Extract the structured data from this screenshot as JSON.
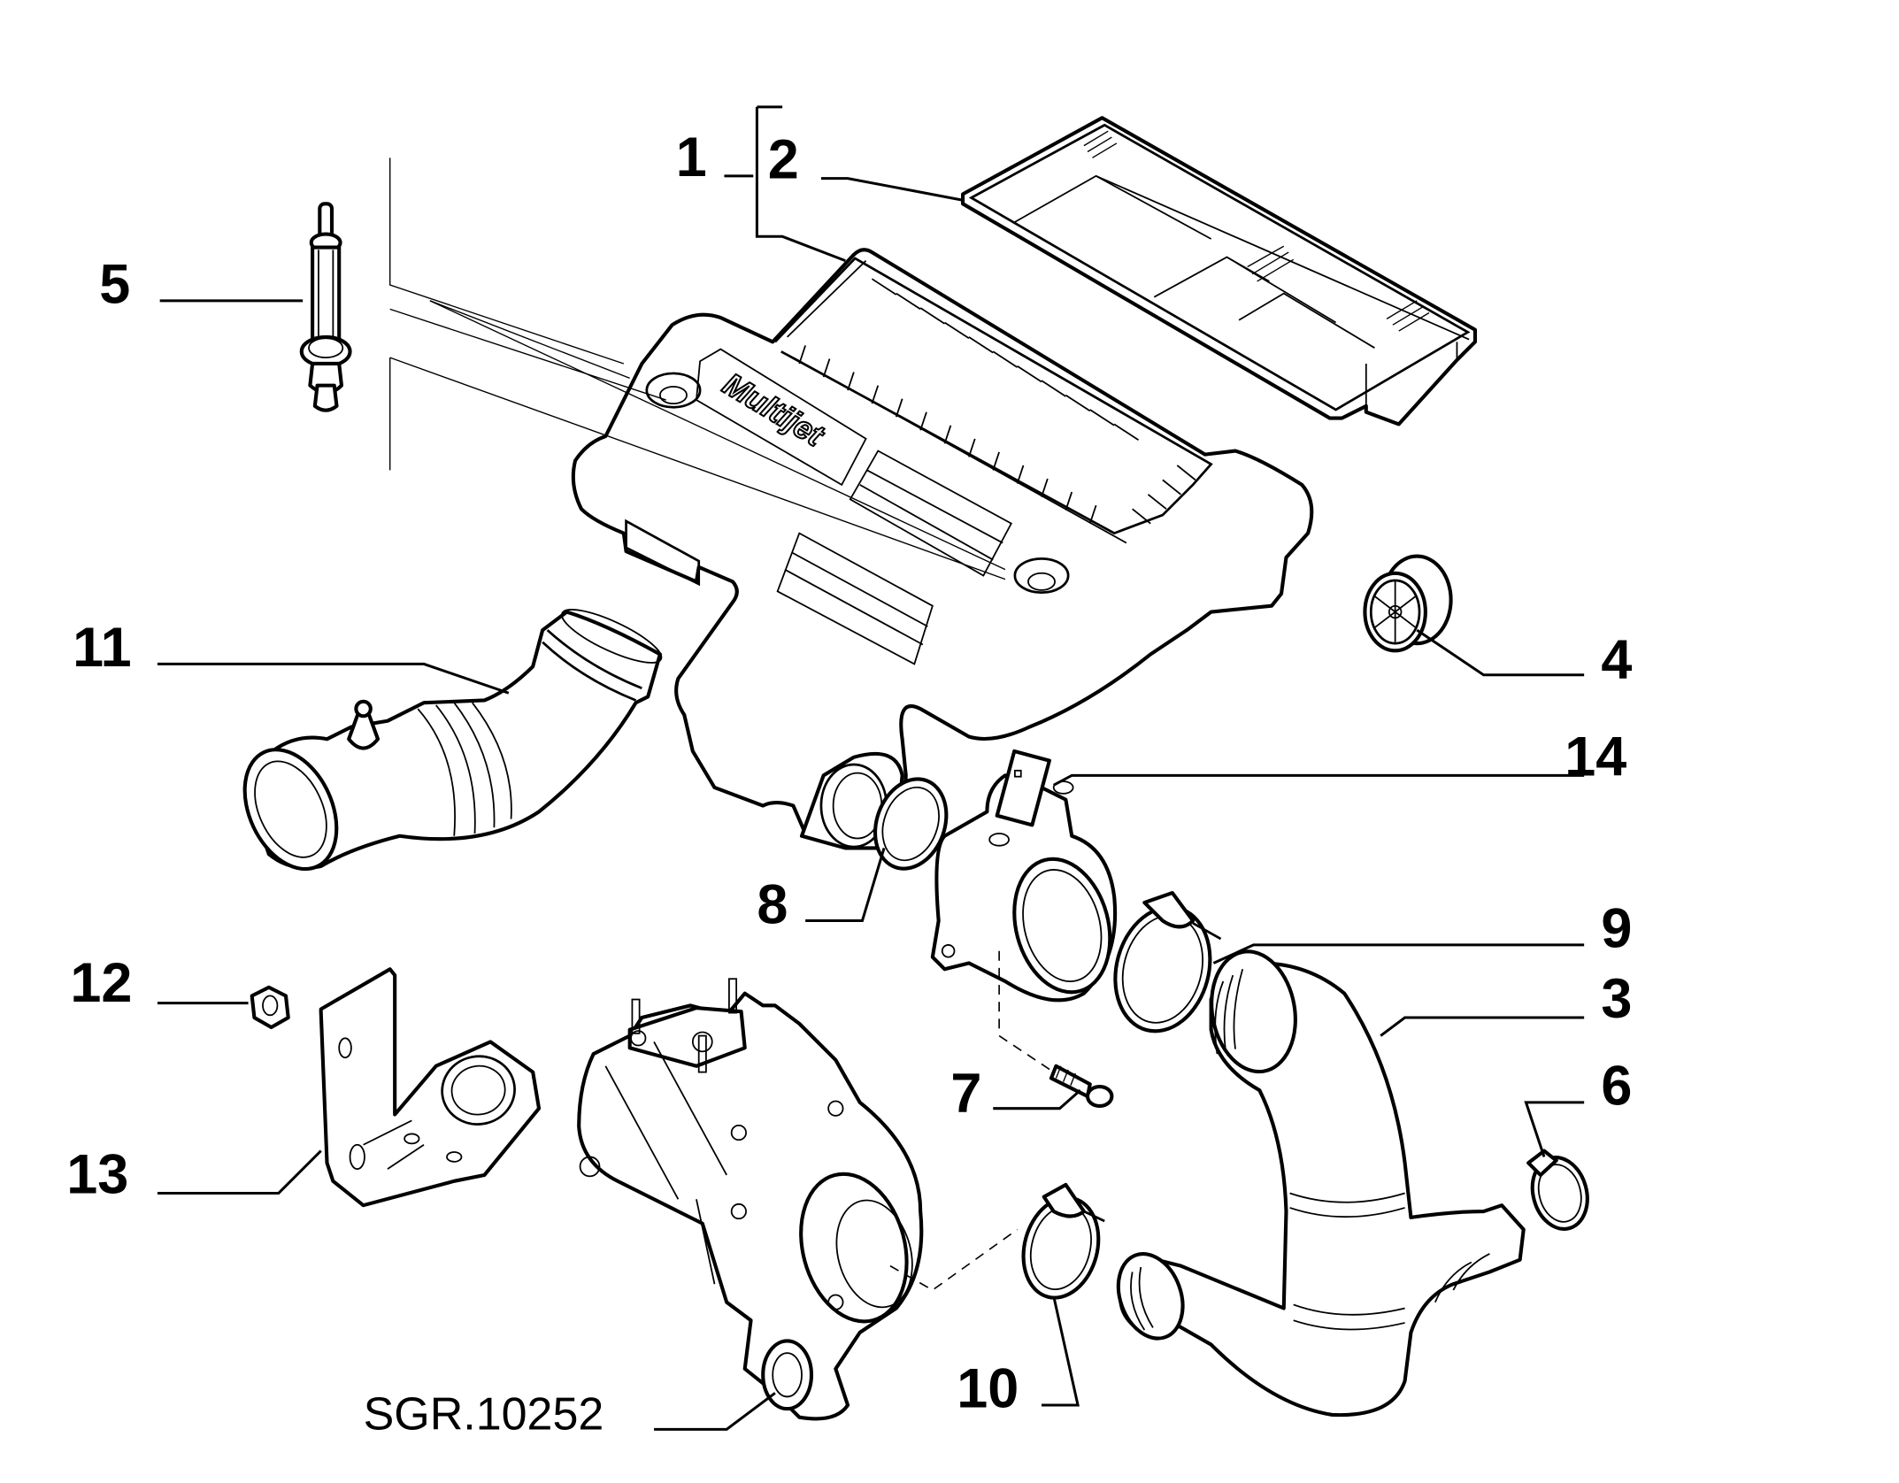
{
  "diagram": {
    "type": "exploded-parts-view",
    "subject": "Air filter housing and intake ducts",
    "reference_code": "SGR.10252",
    "cover_logo_text": "Multijet",
    "colors": {
      "line": "#000000",
      "background": "#ffffff"
    },
    "callouts": [
      {
        "id": "1",
        "label": "1",
        "part": "air cleaner assembly (bracket group)"
      },
      {
        "id": "2",
        "label": "2",
        "part": "filter element"
      },
      {
        "id": "3",
        "label": "3",
        "part": "intake duct to turbocharger"
      },
      {
        "id": "4",
        "label": "4",
        "part": "grommet / plug"
      },
      {
        "id": "5",
        "label": "5",
        "part": "fastening stud"
      },
      {
        "id": "6",
        "label": "6",
        "part": "hose clamp (small)"
      },
      {
        "id": "7",
        "label": "7",
        "part": "screw"
      },
      {
        "id": "8",
        "label": "8",
        "part": "seal ring"
      },
      {
        "id": "9",
        "label": "9",
        "part": "hose clamp"
      },
      {
        "id": "10",
        "label": "10",
        "part": "hose clamp"
      },
      {
        "id": "11",
        "label": "11",
        "part": "air intake duct"
      },
      {
        "id": "12",
        "label": "12",
        "part": "nut"
      },
      {
        "id": "13",
        "label": "13",
        "part": "bracket"
      },
      {
        "id": "14",
        "label": "14",
        "part": "air flow meter"
      }
    ]
  }
}
